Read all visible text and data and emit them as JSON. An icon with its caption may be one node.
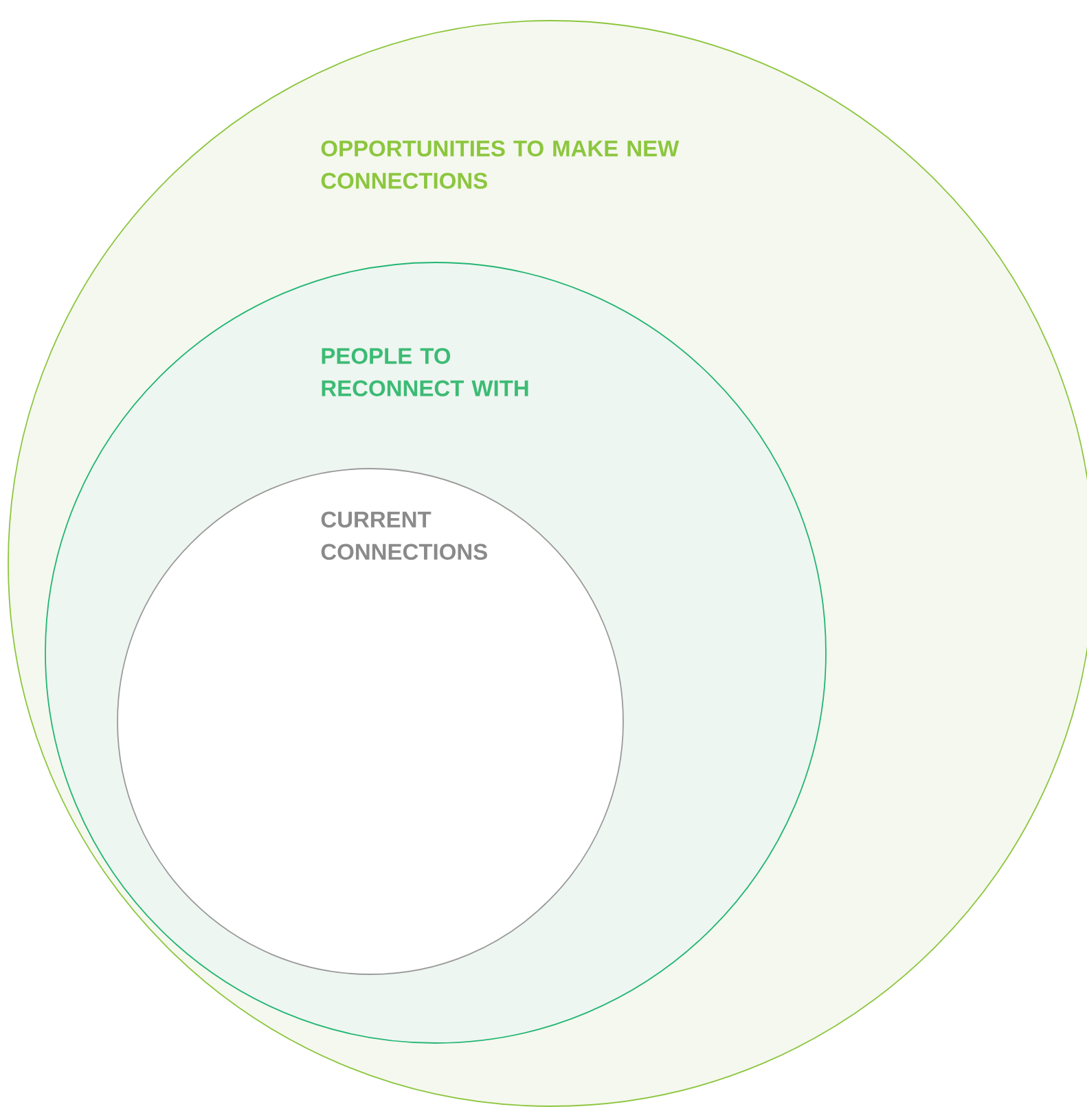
{
  "diagram": {
    "nodes": [
      {
        "text": [
          "OPPORTUNITIES TO MAKE NEW CONNECTIONS"
        ]
      },
      {
        "text": [
          "PEOPLE TO RECONNECT WITH"
        ],
        "in": 0
      },
      {
        "text": [
          "CURRENT CONNECTIONS"
        ],
        "in": 1
      }
    ]
  }
}
